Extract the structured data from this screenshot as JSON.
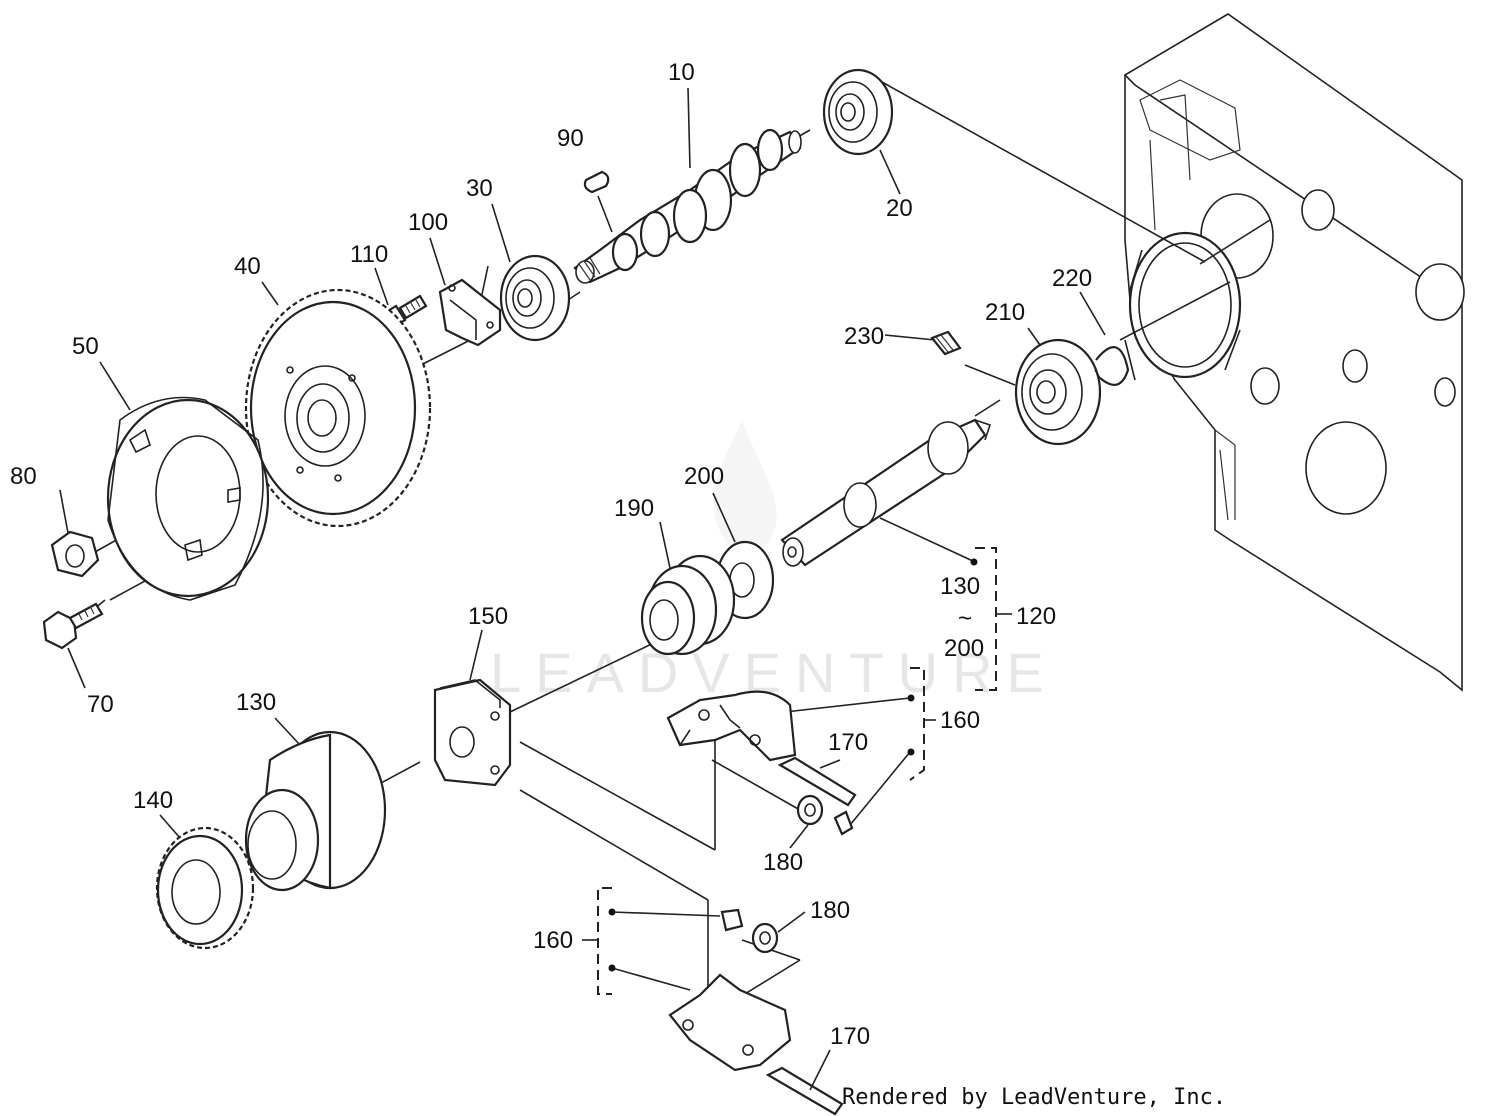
{
  "watermark": "LEADVENTURE",
  "credit": "Rendered by LeadVenture, Inc.",
  "callouts": [
    {
      "id": "c10",
      "text": "10"
    },
    {
      "id": "c20",
      "text": "20"
    },
    {
      "id": "c30",
      "text": "30"
    },
    {
      "id": "c40",
      "text": "40"
    },
    {
      "id": "c50",
      "text": "50"
    },
    {
      "id": "c70",
      "text": "70"
    },
    {
      "id": "c80",
      "text": "80"
    },
    {
      "id": "c90",
      "text": "90"
    },
    {
      "id": "c100",
      "text": "100"
    },
    {
      "id": "c110",
      "text": "110"
    },
    {
      "id": "c120",
      "text": "120"
    },
    {
      "id": "c130a",
      "text": "130"
    },
    {
      "id": "c130b",
      "text": "130"
    },
    {
      "id": "c140",
      "text": "140"
    },
    {
      "id": "c150",
      "text": "150"
    },
    {
      "id": "c160a",
      "text": "160"
    },
    {
      "id": "c160b",
      "text": "160"
    },
    {
      "id": "c170a",
      "text": "170"
    },
    {
      "id": "c170b",
      "text": "170"
    },
    {
      "id": "c180a",
      "text": "180"
    },
    {
      "id": "c180b",
      "text": "180"
    },
    {
      "id": "c190",
      "text": "190"
    },
    {
      "id": "c200a",
      "text": "200"
    },
    {
      "id": "c200b",
      "text": "200"
    },
    {
      "id": "c210",
      "text": "210"
    },
    {
      "id": "c220",
      "text": "220"
    },
    {
      "id": "c230",
      "text": "230"
    },
    {
      "id": "ctilde",
      "text": "~"
    }
  ]
}
